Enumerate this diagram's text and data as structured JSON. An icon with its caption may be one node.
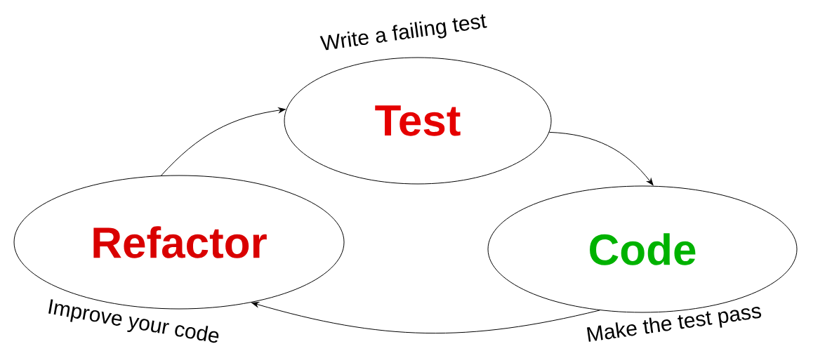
{
  "diagram": {
    "nodes": [
      {
        "text": [
          "Test"
        ],
        "beside": [
          "Write a failing test"
        ]
      },
      {
        "text": [
          "Code"
        ],
        "beside": [
          "Make the test pass"
        ]
      },
      {
        "text": [
          "Refactor"
        ],
        "beside": [
          "Improve your code"
        ]
      }
    ],
    "edges": [
      {
        "from": 0,
        "to": 1,
        "arrow": "to"
      },
      {
        "from": 1,
        "to": 2,
        "arrow": "to"
      },
      {
        "from": 2,
        "to": 0,
        "arrow": "to"
      }
    ]
  }
}
